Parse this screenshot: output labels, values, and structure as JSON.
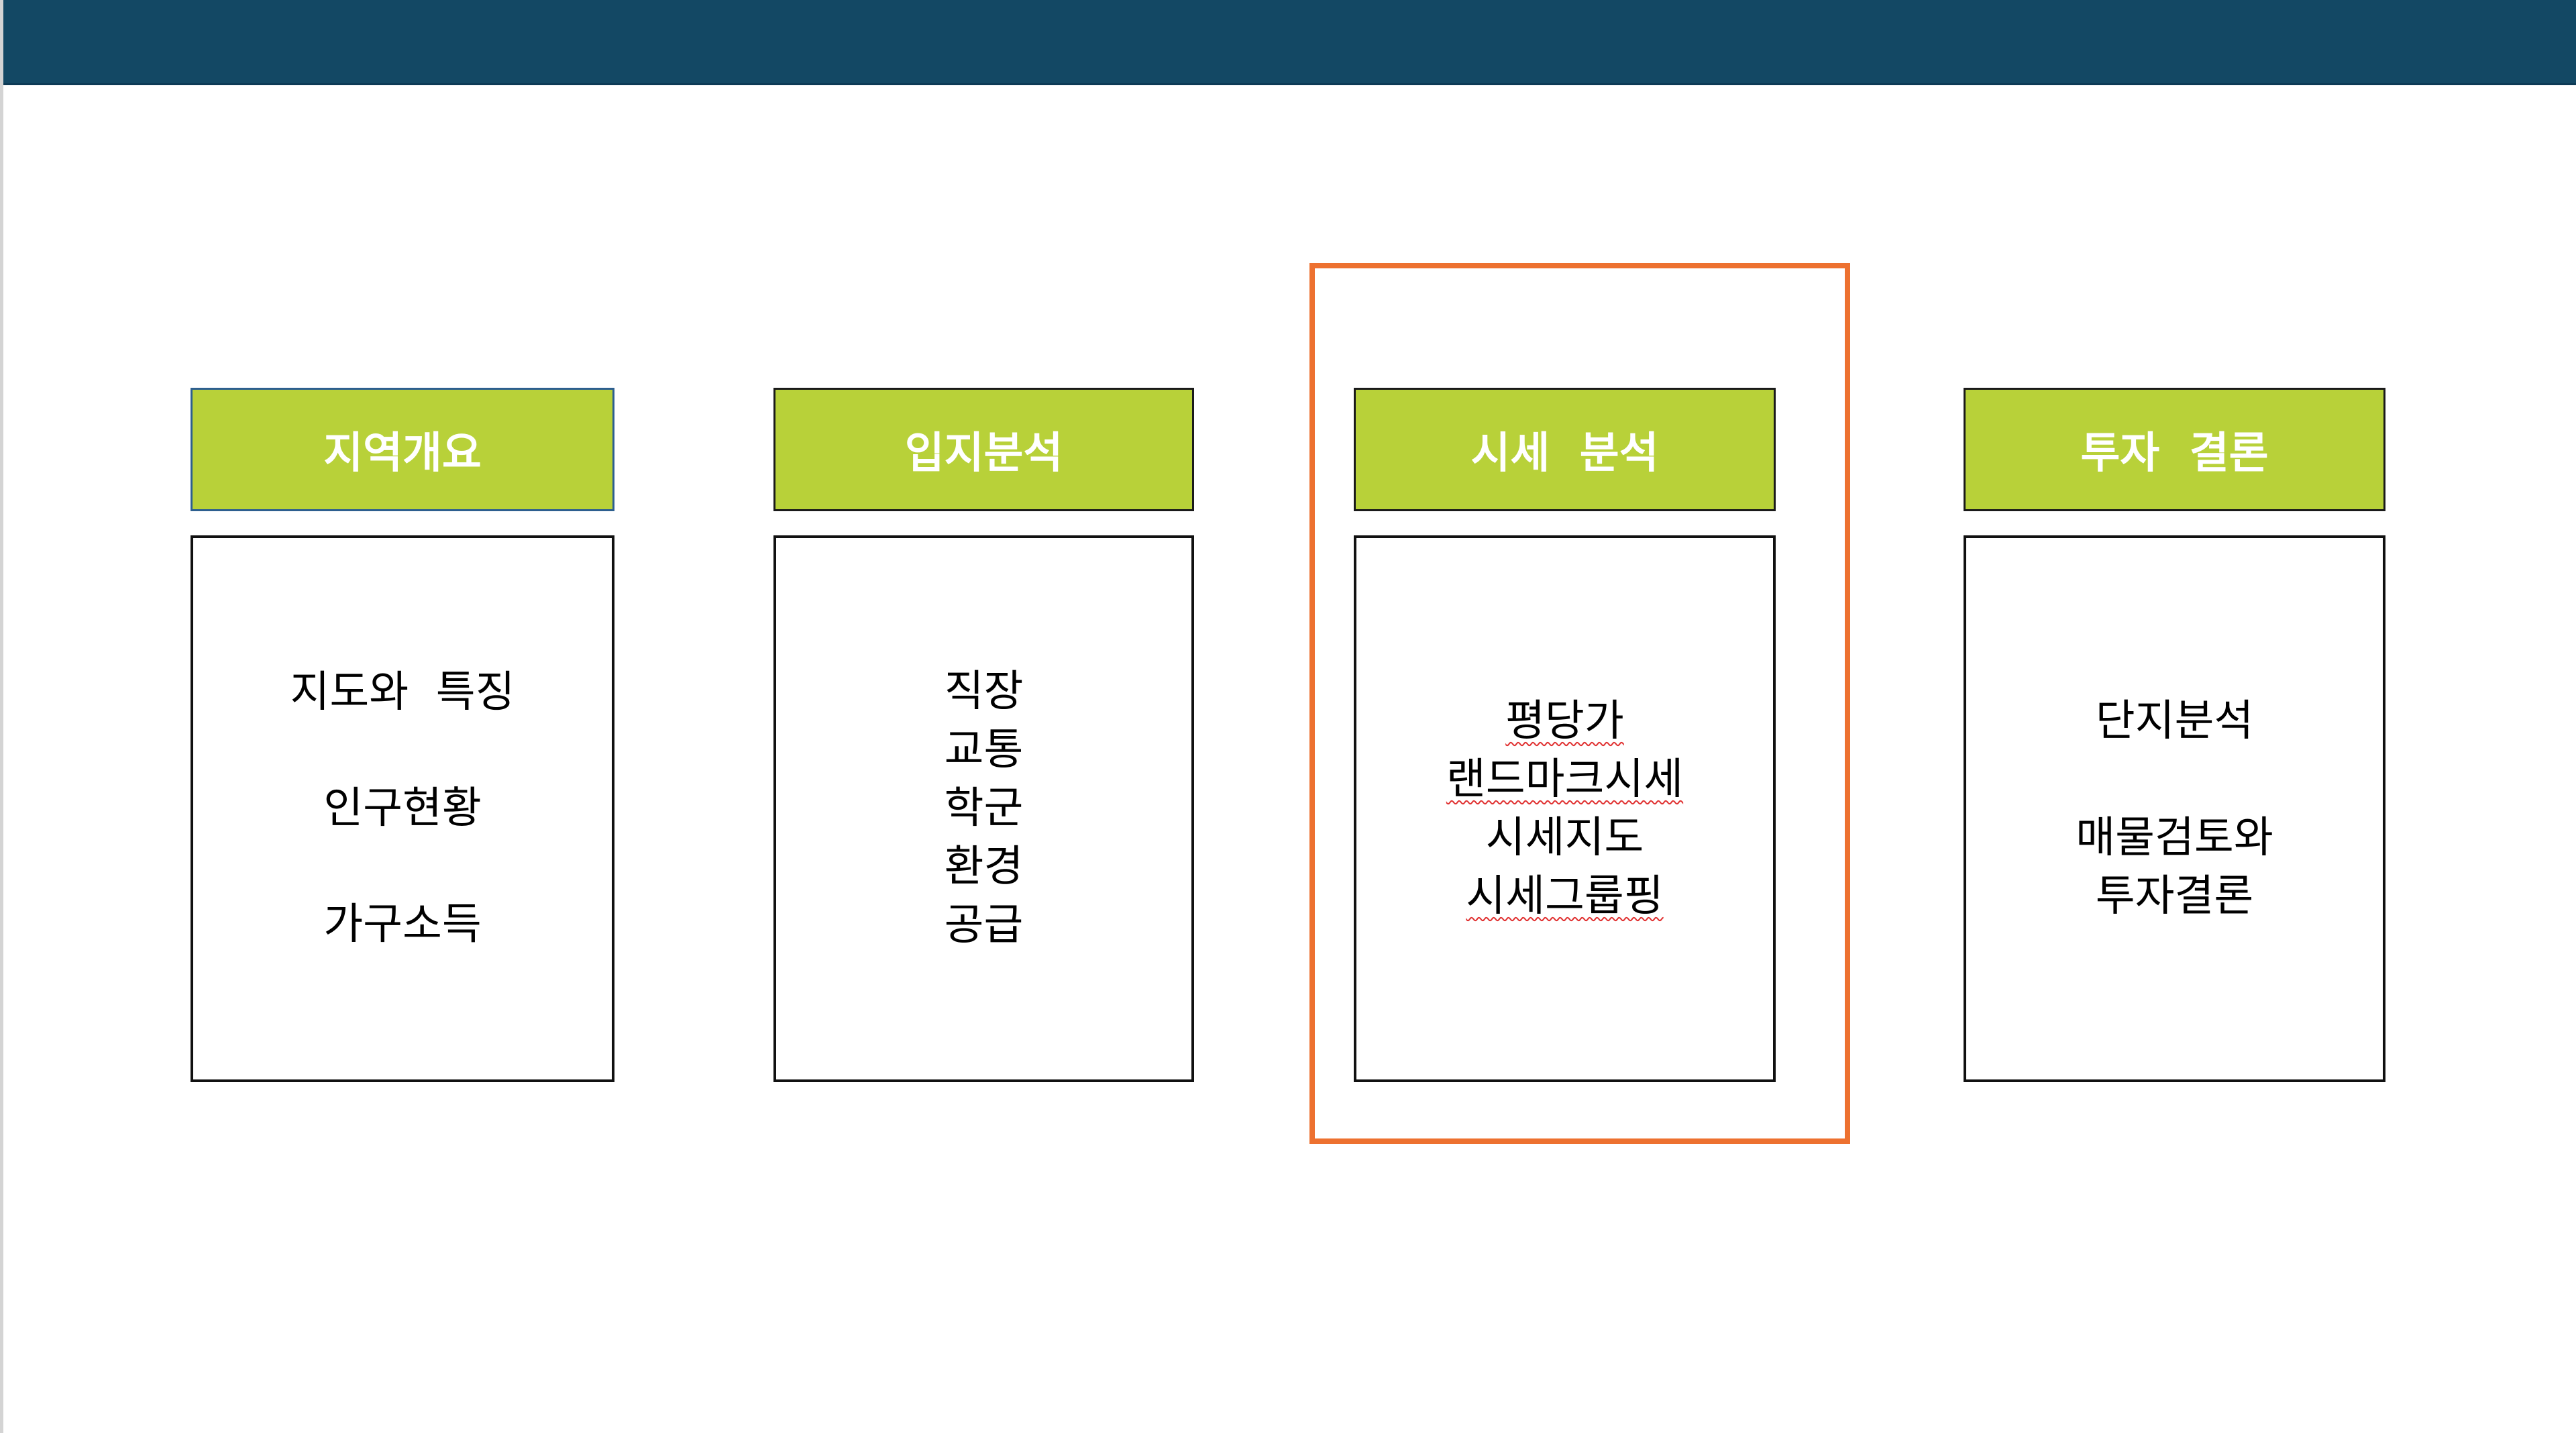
{
  "colors": {
    "topbar": "#134864",
    "header_fill": "#b8d139",
    "highlight": "#ed7130"
  },
  "columns": [
    {
      "title": "지역개요",
      "items": [
        "지도와  특징",
        "인구현황",
        "가구소득"
      ]
    },
    {
      "title": "입지분석",
      "items": [
        "직장",
        "교통",
        "학군",
        "환경",
        "공급"
      ]
    },
    {
      "title": "시세  분석",
      "items": [
        "평당가",
        "랜드마크시세",
        "시세지도",
        "시세그룹핑"
      ]
    },
    {
      "title": "투자  결론",
      "items": [
        "단지분석",
        "매물검토와",
        "투자결론"
      ]
    }
  ]
}
